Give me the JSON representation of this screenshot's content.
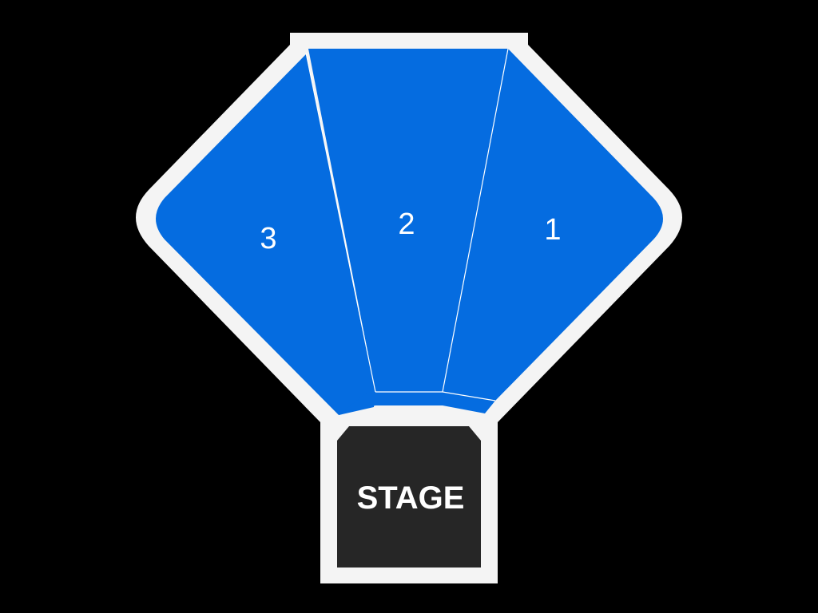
{
  "colors": {
    "background": "#000000",
    "outline": "#f4f4f4",
    "section_fill": "#056ce0",
    "divider": "#ffffff",
    "stage_fill": "#262626",
    "label": "#ffffff"
  },
  "sections": [
    {
      "id": "1",
      "label": "1"
    },
    {
      "id": "2",
      "label": "2"
    },
    {
      "id": "3",
      "label": "3"
    }
  ],
  "stage": {
    "label": "STAGE"
  }
}
